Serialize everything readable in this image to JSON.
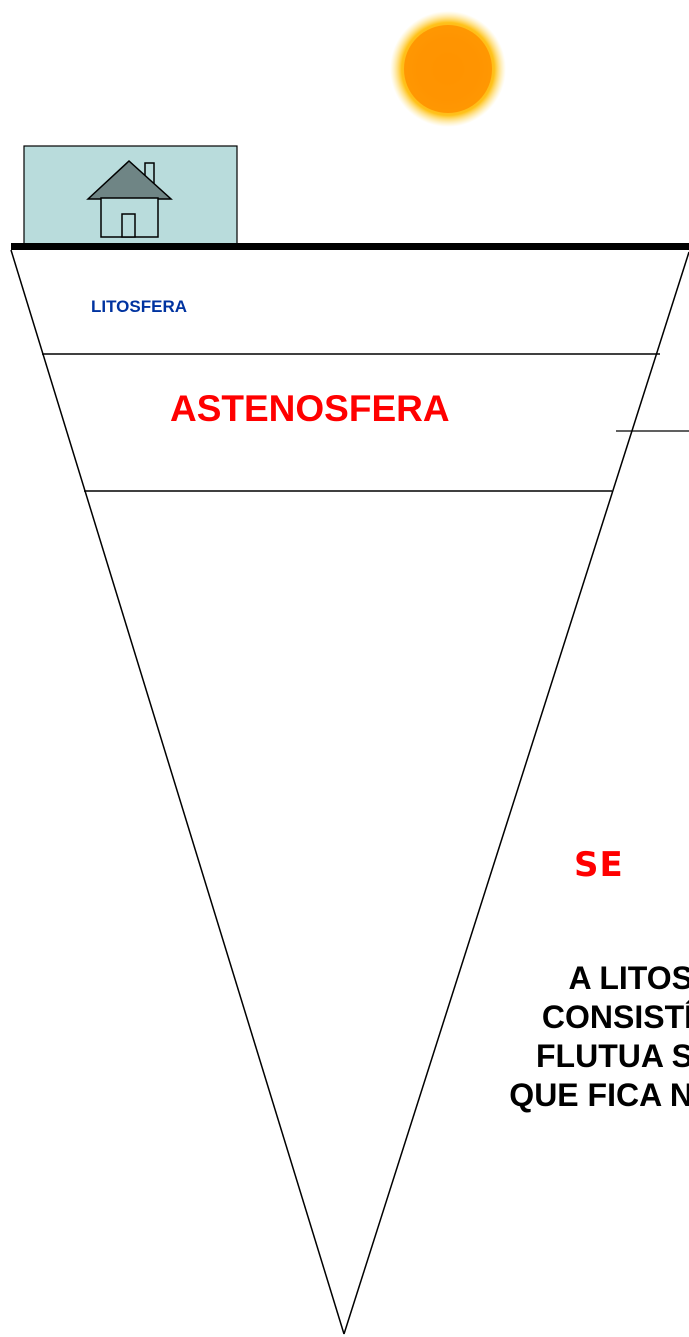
{
  "labels": {
    "lithosphere": "LITOSFERA",
    "asthenosphere": "ASTENOSFERA",
    "clipped_heading": "SE"
  },
  "paragraph": {
    "lines": [
      "A LITOS",
      "CONSISTÍ",
      "FLUTUA S",
      "QUE FICA N"
    ]
  },
  "colors": {
    "lithosphere_label": "#0033a0",
    "asthenosphere_label": "#ff0000",
    "clipped_heading": "#ff0000",
    "paragraph": "#000000",
    "house_panel": "#b9dcdc",
    "house_body": "#b9dcdc",
    "house_roof": "#6f8585",
    "sun": "#ff9900",
    "ground_line": "#000000"
  },
  "icons": {
    "sun": "sun-icon",
    "house": "house-icon"
  }
}
